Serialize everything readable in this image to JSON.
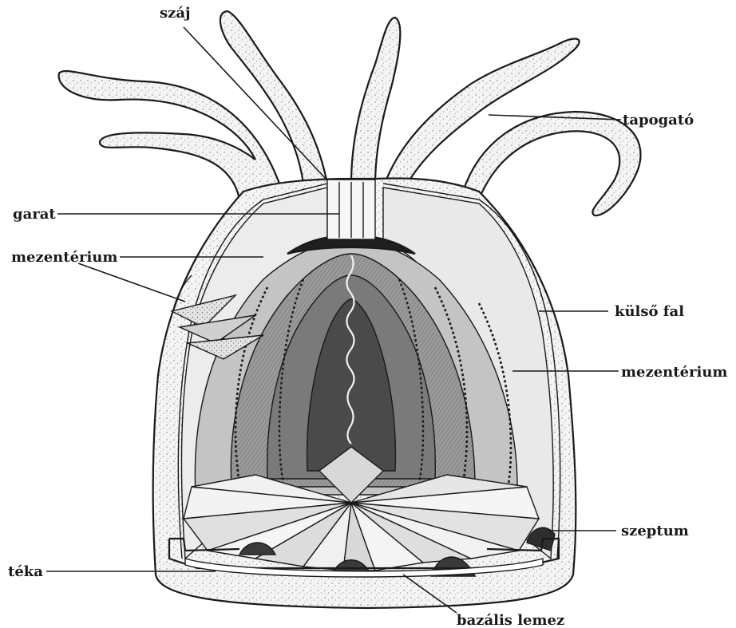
{
  "labels": {
    "szaj": "száj",
    "tapogato": "tapogató",
    "garat": "garat",
    "mezenterium_left": "mezentérium",
    "kulso_fal": "külső fal",
    "mezenterium_right": "mezentérium",
    "szeptum": "szeptum",
    "teka": "téka",
    "bazalis_lemez": "bazális lemez"
  },
  "colors": {
    "outer_wall": "#f2f2f2",
    "inner_cavity": "#e6e6e6",
    "mesentery_light": "#b9b9b9",
    "mesentery_mid": "#8c8c8c",
    "mesentery_dark": "#555555",
    "ink": "#1a1a1a"
  }
}
